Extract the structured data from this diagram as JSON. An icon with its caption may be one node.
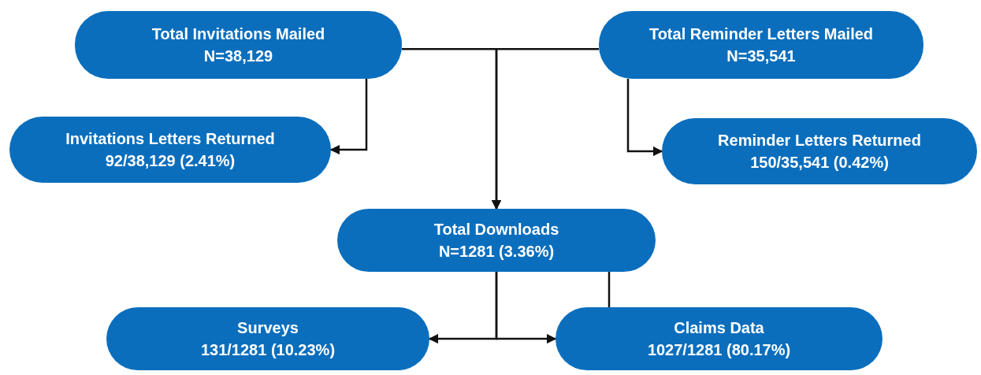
{
  "diagram": {
    "nodes": [
      {
        "text": [
          "Total Invitations Mailed",
          "N=38,129"
        ]
      },
      {
        "text": [
          "Total Reminder Letters Mailed",
          "N=35,541"
        ]
      },
      {
        "text": [
          "Invitations Letters Returned",
          "92/38,129 (2.41%)"
        ]
      },
      {
        "text": [
          "Reminder Letters Returned",
          "150/35,541 (0.42%)"
        ]
      },
      {
        "text": [
          "Total Downloads",
          "N=1281 (3.36%)"
        ]
      },
      {
        "text": [
          "Surveys",
          "131/1281 (10.23%)"
        ]
      },
      {
        "text": [
          "Claims Data",
          "1027/1281 (80.17%)"
        ]
      }
    ],
    "edges": [
      {
        "from": 0,
        "to": 4,
        "arrow": "to"
      },
      {
        "from": 1,
        "to": 4,
        "arrow": "to"
      },
      {
        "from": 0,
        "to": 2,
        "arrow": "to"
      },
      {
        "from": 1,
        "to": 3,
        "arrow": "to"
      },
      {
        "from": 4,
        "to": 5,
        "arrow": "to"
      },
      {
        "from": 4,
        "to": 6,
        "arrow": "to"
      },
      {
        "from": 4,
        "to": 6,
        "arrow": "none"
      }
    ]
  }
}
